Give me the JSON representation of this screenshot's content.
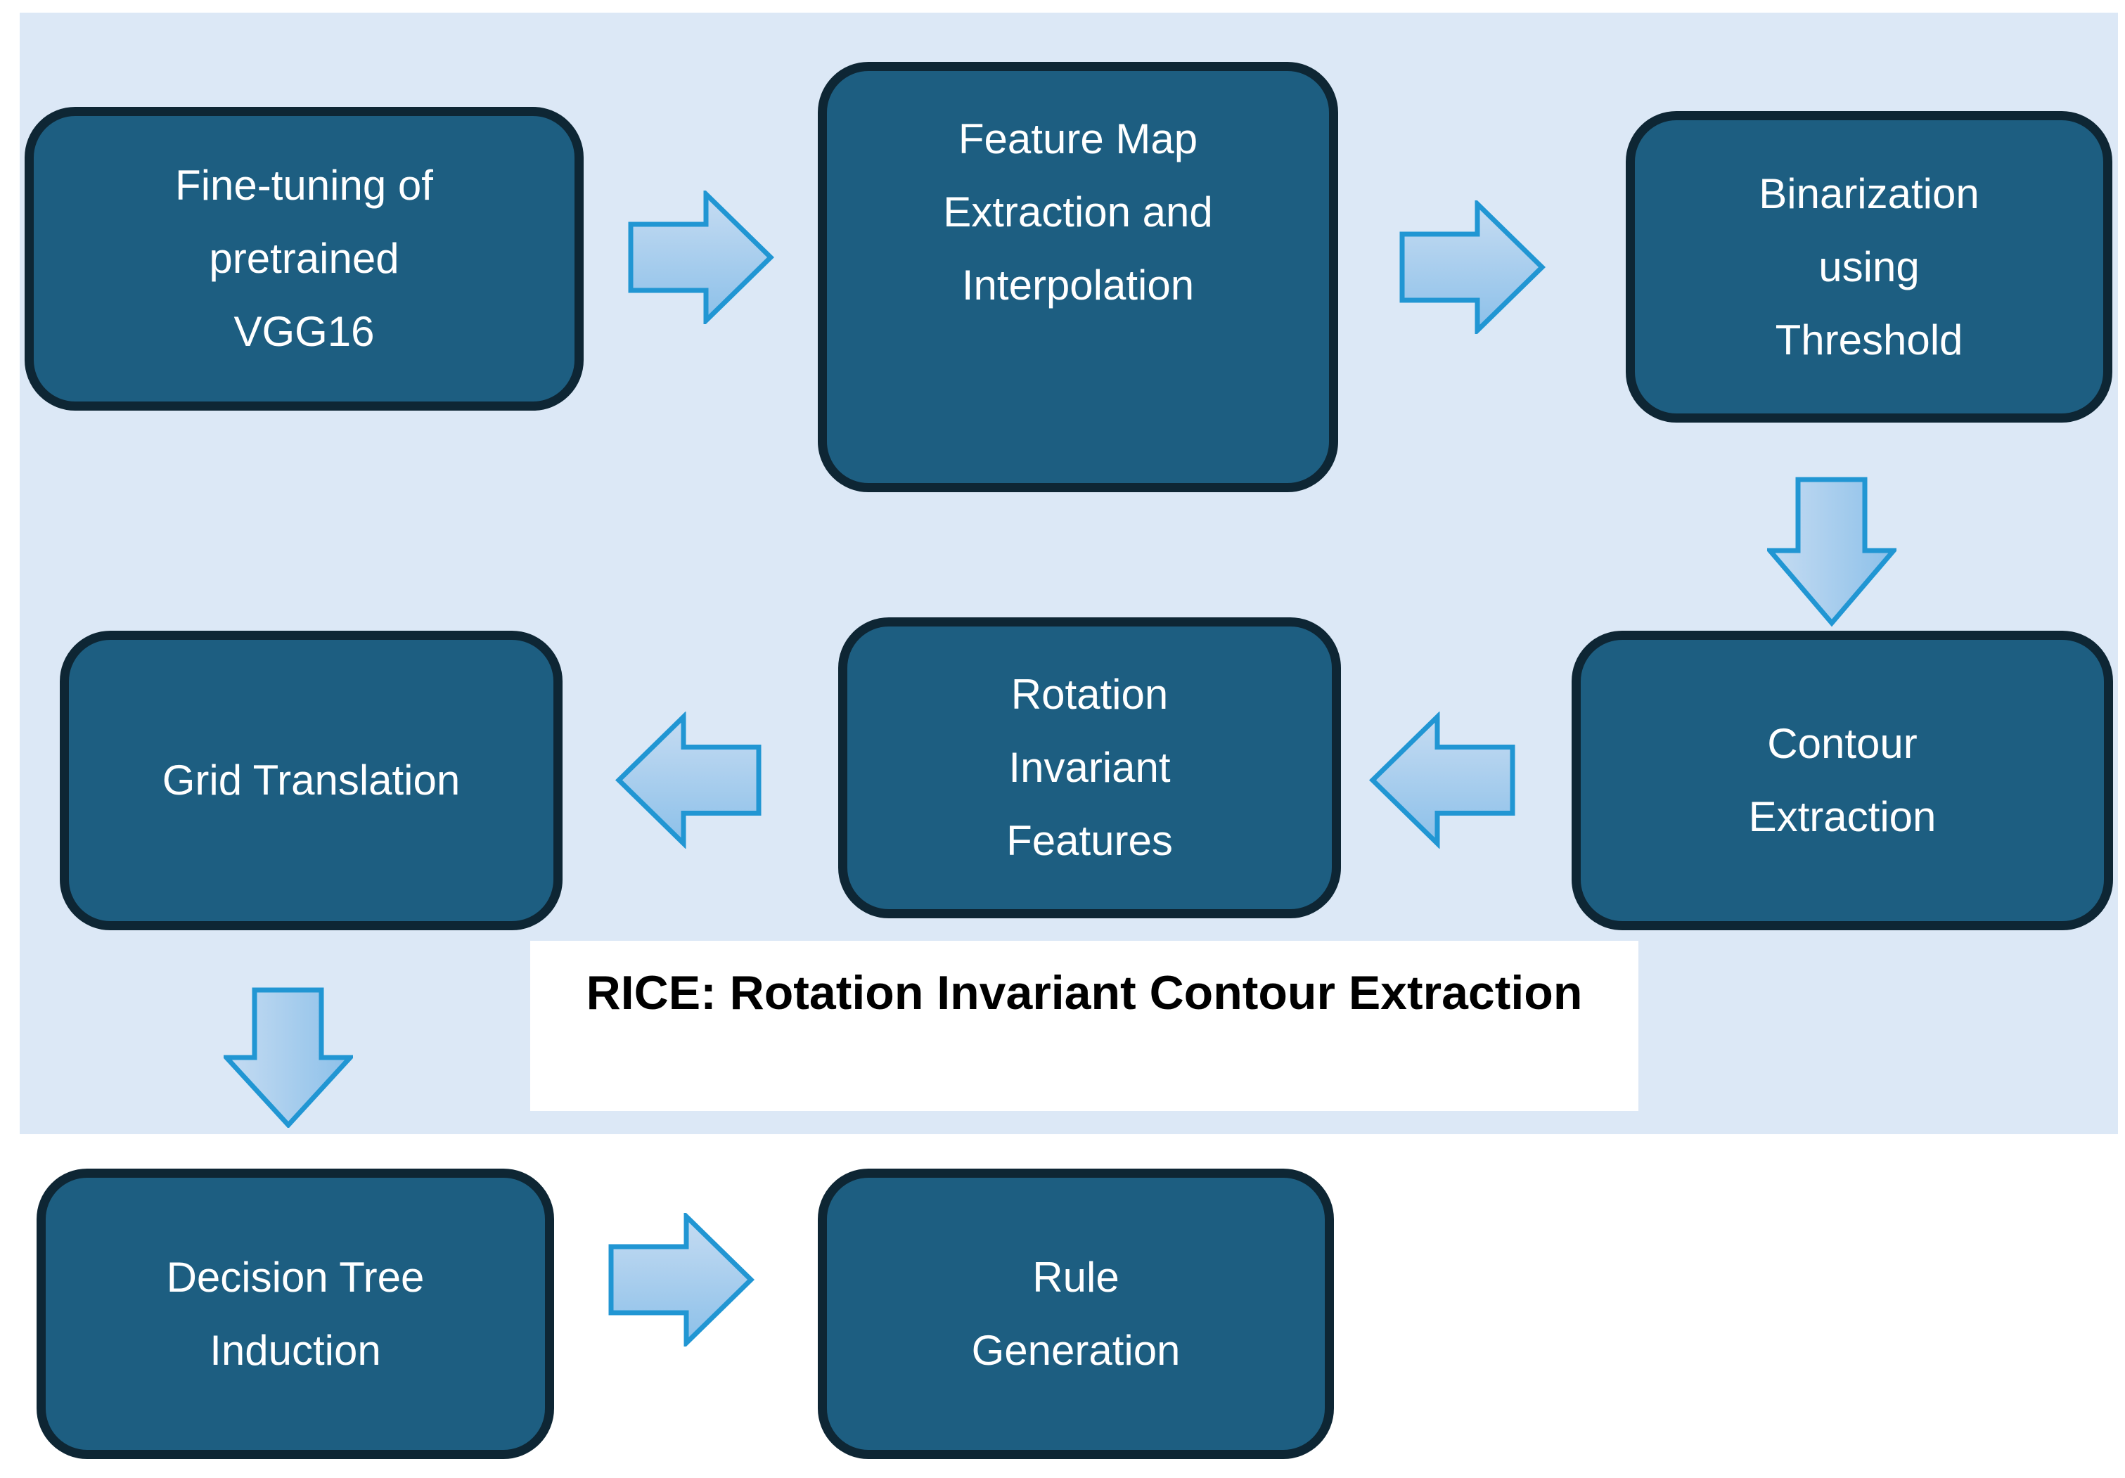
{
  "figure": {
    "type": "flowchart",
    "description": "RICE pipeline flow diagram"
  },
  "colors": {
    "page_bg": "#ffffff",
    "panel_bg": "#dce8f6",
    "box_fill": "#1d5e81",
    "box_border": "#0e2634",
    "box_text": "#ffffff",
    "arrow_fill_light": "#c6dcf2",
    "arrow_fill_dark": "#8cc0e9",
    "arrow_stroke": "#2196d3",
    "label_bg": "#ffffff",
    "label_text": "#000000"
  },
  "nodes": {
    "finetune": {
      "lines": [
        "Fine-tuning of",
        "pretrained",
        "VGG16"
      ]
    },
    "feature_map": {
      "lines": [
        "Feature Map",
        "Extraction and",
        "Interpolation"
      ]
    },
    "binarization": {
      "lines": [
        "Binarization",
        "using",
        "Threshold"
      ]
    },
    "grid_translation": {
      "lines": [
        "Grid Translation"
      ]
    },
    "rotation_invariant": {
      "lines": [
        "Rotation",
        "Invariant",
        "Features"
      ]
    },
    "contour_extraction": {
      "lines": [
        "Contour",
        "Extraction"
      ]
    },
    "decision_tree": {
      "lines": [
        "Decision Tree",
        "Induction"
      ]
    },
    "rule_generation": {
      "lines": [
        "Rule",
        "Generation"
      ]
    }
  },
  "caption": {
    "text": "RICE: Rotation Invariant Contour Extraction"
  },
  "arrows": [
    {
      "id": "a-r1",
      "direction": "right",
      "from": "finetune",
      "to": "feature_map"
    },
    {
      "id": "a-r2",
      "direction": "right",
      "from": "feature_map",
      "to": "binarization"
    },
    {
      "id": "a-d1",
      "direction": "down",
      "from": "binarization",
      "to": "contour_extraction"
    },
    {
      "id": "a-l1",
      "direction": "left",
      "from": "contour_extraction",
      "to": "rotation_invariant"
    },
    {
      "id": "a-l2",
      "direction": "left",
      "from": "rotation_invariant",
      "to": "grid_translation"
    },
    {
      "id": "a-d2",
      "direction": "down",
      "from": "grid_translation",
      "to": "decision_tree"
    },
    {
      "id": "a-r3",
      "direction": "right",
      "from": "decision_tree",
      "to": "rule_generation"
    }
  ]
}
